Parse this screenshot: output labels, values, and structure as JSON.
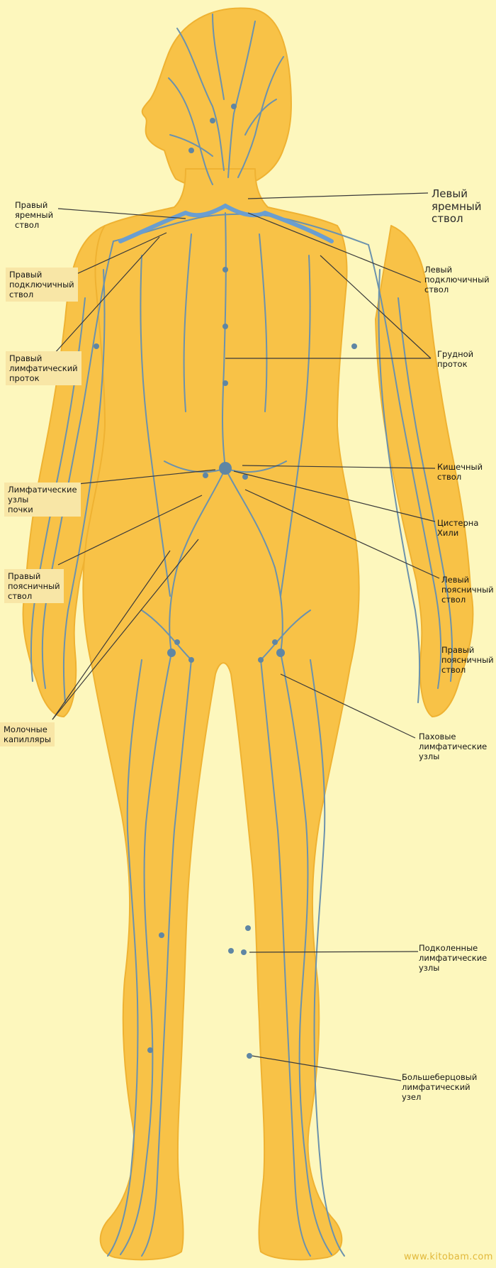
{
  "labels": {
    "right_jugular_trunk": "Правый\nяремный\nствол",
    "left_jugular_trunk": "Левый\nяремный\nствол",
    "right_subclavian_trunk": "Правый\nподключичный\nствол",
    "left_subclavian_trunk": "Левый\nподключичный\nствол",
    "right_lymphatic_duct": "Правый\nлимфатический\nпроток",
    "thoracic_duct": "Грудной\nпроток",
    "kidney_lymph_nodes": "Лимфатические\nузлы\nпочки",
    "intestinal_trunk": "Кишечный\nствол",
    "cisterna_chyli": "Цистерна\nХили",
    "right_lumbar_trunk_left_side": "Правый\nпоясничный\nствол",
    "left_lumbar_trunk": "Левый\nпоясничный\nствол",
    "right_lumbar_trunk_right_side": "Правый\nпоясничный\nствол",
    "lacteal_capillaries": "Молочные\nкапилляры",
    "inguinal_lymph_nodes": "Паховые\nлимфатические\nузлы",
    "popliteal_lymph_nodes": "Подколенные\nлимфатические\nузлы",
    "tibial_lymph_node": "Большеберцовый\nлимфатический\nузел"
  },
  "watermark": "www.kitobam.com",
  "colors": {
    "background": "#fdf7bd",
    "body": "#f8c247",
    "body_outline": "#efb232",
    "lymph_vessel": "#6b92ad",
    "lymph_trunk": "#6a9ed0",
    "leader_line": "#3a3a3a",
    "label_box": "#f8e6a6"
  }
}
